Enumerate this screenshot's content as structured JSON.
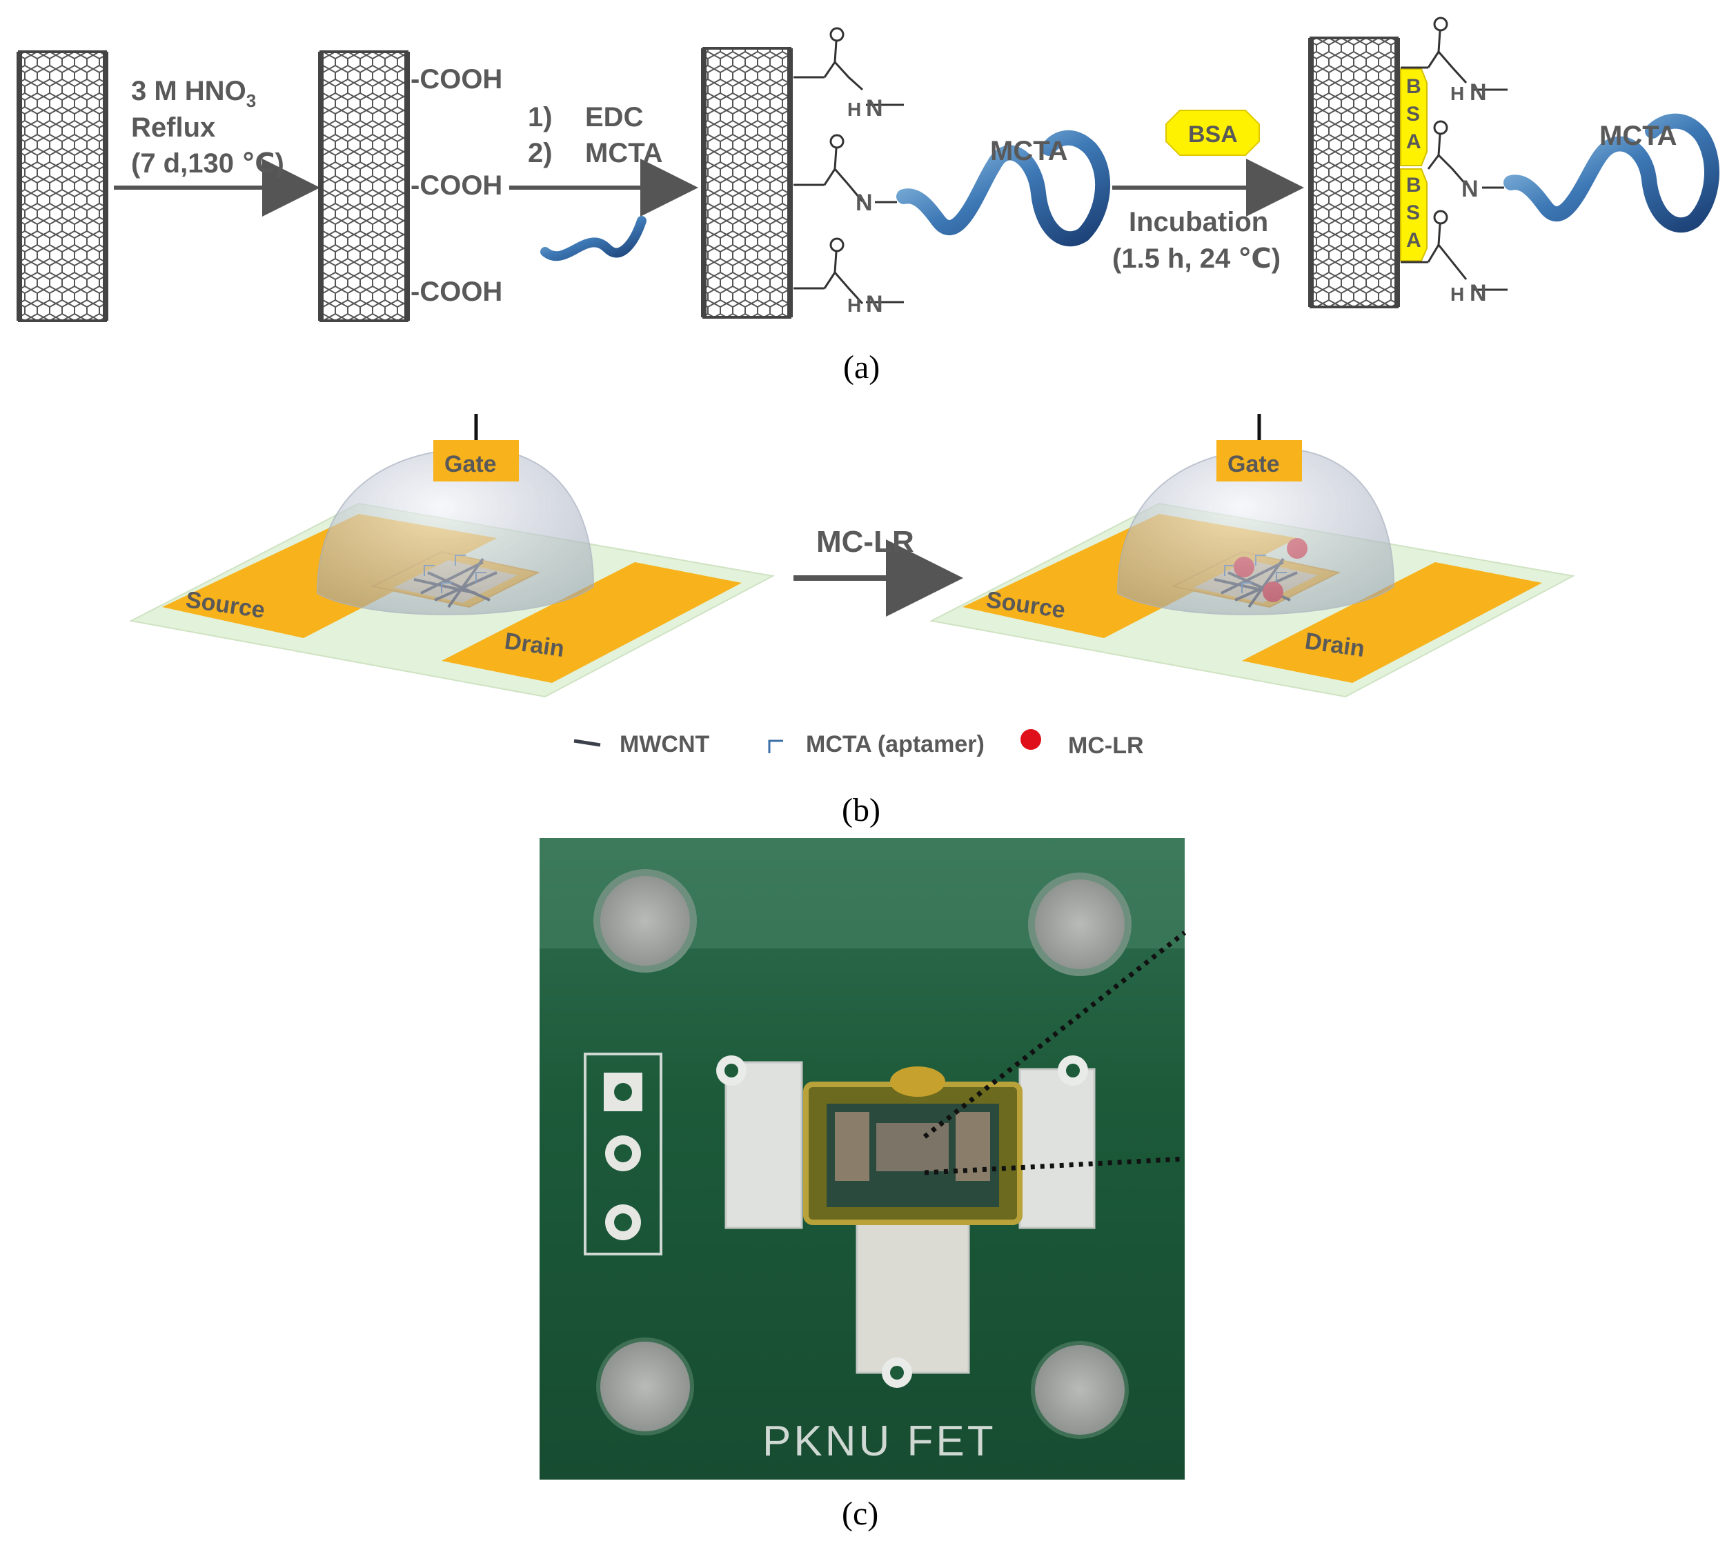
{
  "panel_a": {
    "step1_line1": "3 M HNO",
    "step1_sub": "3",
    "step1_line2": "Reflux",
    "step1_line3": "(7 d,130 ℃)",
    "cooh": "-COOH",
    "step2_item1_num": "1)",
    "step2_item1_text": "EDC",
    "step2_item2_num": "2)",
    "step2_item2_text": "MCTA",
    "atom_o": "O",
    "atom_n": "N",
    "atom_h": "H",
    "mcta": "MCTA",
    "bsa_badge": "BSA",
    "step3_line1": "Incubation",
    "step3_line2": "(1.5 h, 24 ℃)",
    "bsa_b": "B",
    "bsa_s": "S",
    "bsa_a": "A",
    "caption": "(a)"
  },
  "panel_b": {
    "gate": "Gate",
    "source": "Source",
    "drain": "Drain",
    "arrow_label": "MC-LR",
    "legend": [
      "MWCNT",
      "MCTA (aptamer)",
      "MC-LR"
    ],
    "caption": "(b)"
  },
  "panel_c": {
    "pcb_label": "PKNU FET",
    "caption": "(c)"
  },
  "colors": {
    "gold": "#f7b21c",
    "bsa_yellow": "#fff200",
    "pcb_green": "#1e5a3a",
    "mc_lr_red": "#e0101a",
    "aptamer_blue": "#3d6fa8"
  }
}
